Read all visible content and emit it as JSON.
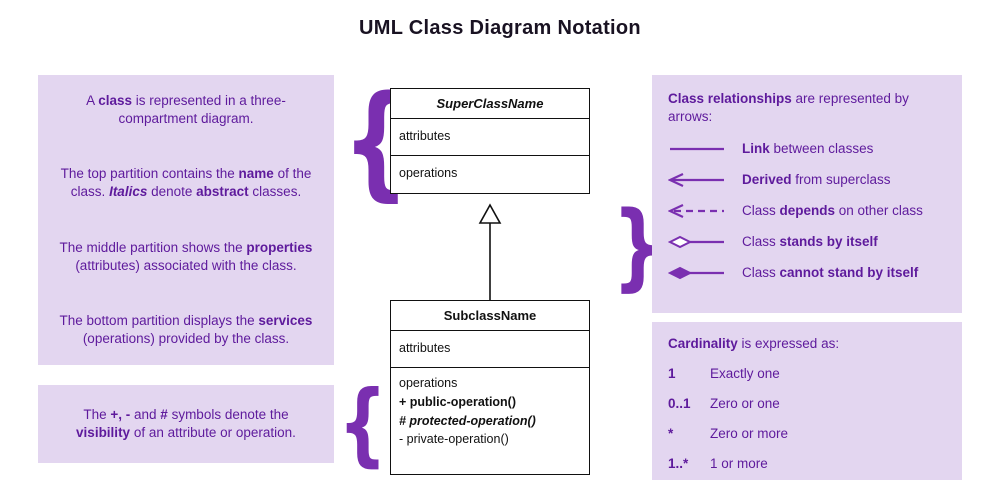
{
  "title": "UML Class Diagram Notation",
  "colors": {
    "text_purple": "#5e1a9c",
    "panel_bg": "#e3d6f0",
    "accent_purple": "#7a2fb0"
  },
  "glyphs": {
    "open_brace": "{",
    "close_brace": "}"
  },
  "left_panel": {
    "paragraphs": [
      [
        {
          "t": "A ",
          "s": ""
        },
        {
          "t": "class",
          "s": "b"
        },
        {
          "t": " is represented in a three-compartment diagram.",
          "s": ""
        }
      ],
      [
        {
          "t": "The top partition contains the ",
          "s": ""
        },
        {
          "t": "name",
          "s": "b"
        },
        {
          "t": " of the class. ",
          "s": ""
        },
        {
          "t": "Italics",
          "s": "bi"
        },
        {
          "t": " denote ",
          "s": ""
        },
        {
          "t": "abstract",
          "s": "b"
        },
        {
          "t": " classes.",
          "s": ""
        }
      ],
      [
        {
          "t": "The middle partition shows the ",
          "s": ""
        },
        {
          "t": "properties",
          "s": "b"
        },
        {
          "t": " (attributes) associated with the class.",
          "s": ""
        }
      ],
      [
        {
          "t": "The bottom partition displays the ",
          "s": ""
        },
        {
          "t": "services",
          "s": "b"
        },
        {
          "t": " (operations) provided by the class.",
          "s": ""
        }
      ]
    ]
  },
  "visibility_panel": {
    "text": [
      {
        "t": "The ",
        "s": ""
      },
      {
        "t": "+, -",
        "s": "b"
      },
      {
        "t": " and ",
        "s": ""
      },
      {
        "t": "#",
        "s": "b"
      },
      {
        "t": " symbols denote the ",
        "s": ""
      },
      {
        "t": "visibility",
        "s": "b"
      },
      {
        "t": " of an attribute or operation.",
        "s": ""
      }
    ]
  },
  "diagram": {
    "superclass": {
      "name": "SuperClassName",
      "attributes": "attributes",
      "operations": "operations"
    },
    "subclass": {
      "name": "SubclassName",
      "attributes": "attributes",
      "operations_lines": [
        [
          {
            "t": "operations",
            "s": ""
          }
        ],
        [
          {
            "t": "+ public-operation()",
            "s": "b"
          }
        ],
        [
          {
            "t": "# protected-operation()",
            "s": "bi"
          }
        ],
        [
          {
            "t": "- private-operation()",
            "s": ""
          }
        ]
      ]
    }
  },
  "relationships_panel": {
    "heading": [
      {
        "t": "Class relationships",
        "s": "b"
      },
      {
        "t": " are represented by arrows:",
        "s": ""
      }
    ],
    "rows": [
      {
        "icon": "link-line-icon",
        "label": [
          {
            "t": "Link",
            "s": "b"
          },
          {
            "t": " between classes",
            "s": ""
          }
        ]
      },
      {
        "icon": "derived-arrow-icon",
        "label": [
          {
            "t": "Derived",
            "s": "b"
          },
          {
            "t": " from superclass",
            "s": ""
          }
        ]
      },
      {
        "icon": "depends-dashed-arrow-icon",
        "label": [
          {
            "t": "Class ",
            "s": ""
          },
          {
            "t": "depends",
            "s": "b"
          },
          {
            "t": " on other class",
            "s": ""
          }
        ]
      },
      {
        "icon": "aggregation-diamond-icon",
        "label": [
          {
            "t": "Class ",
            "s": ""
          },
          {
            "t": "stands by itself",
            "s": "b"
          }
        ]
      },
      {
        "icon": "composition-diamond-icon",
        "label": [
          {
            "t": "Class ",
            "s": ""
          },
          {
            "t": "cannot stand by itself",
            "s": "b"
          }
        ]
      }
    ]
  },
  "cardinality_panel": {
    "heading": [
      {
        "t": "Cardinality",
        "s": "b"
      },
      {
        "t": " is expressed as:",
        "s": ""
      }
    ],
    "rows": [
      {
        "symbol": "1",
        "meaning": "Exactly one"
      },
      {
        "symbol": "0..1",
        "meaning": "Zero or one"
      },
      {
        "symbol": "*",
        "meaning": "Zero or more"
      },
      {
        "symbol": "1..*",
        "meaning": "1 or more"
      }
    ]
  }
}
